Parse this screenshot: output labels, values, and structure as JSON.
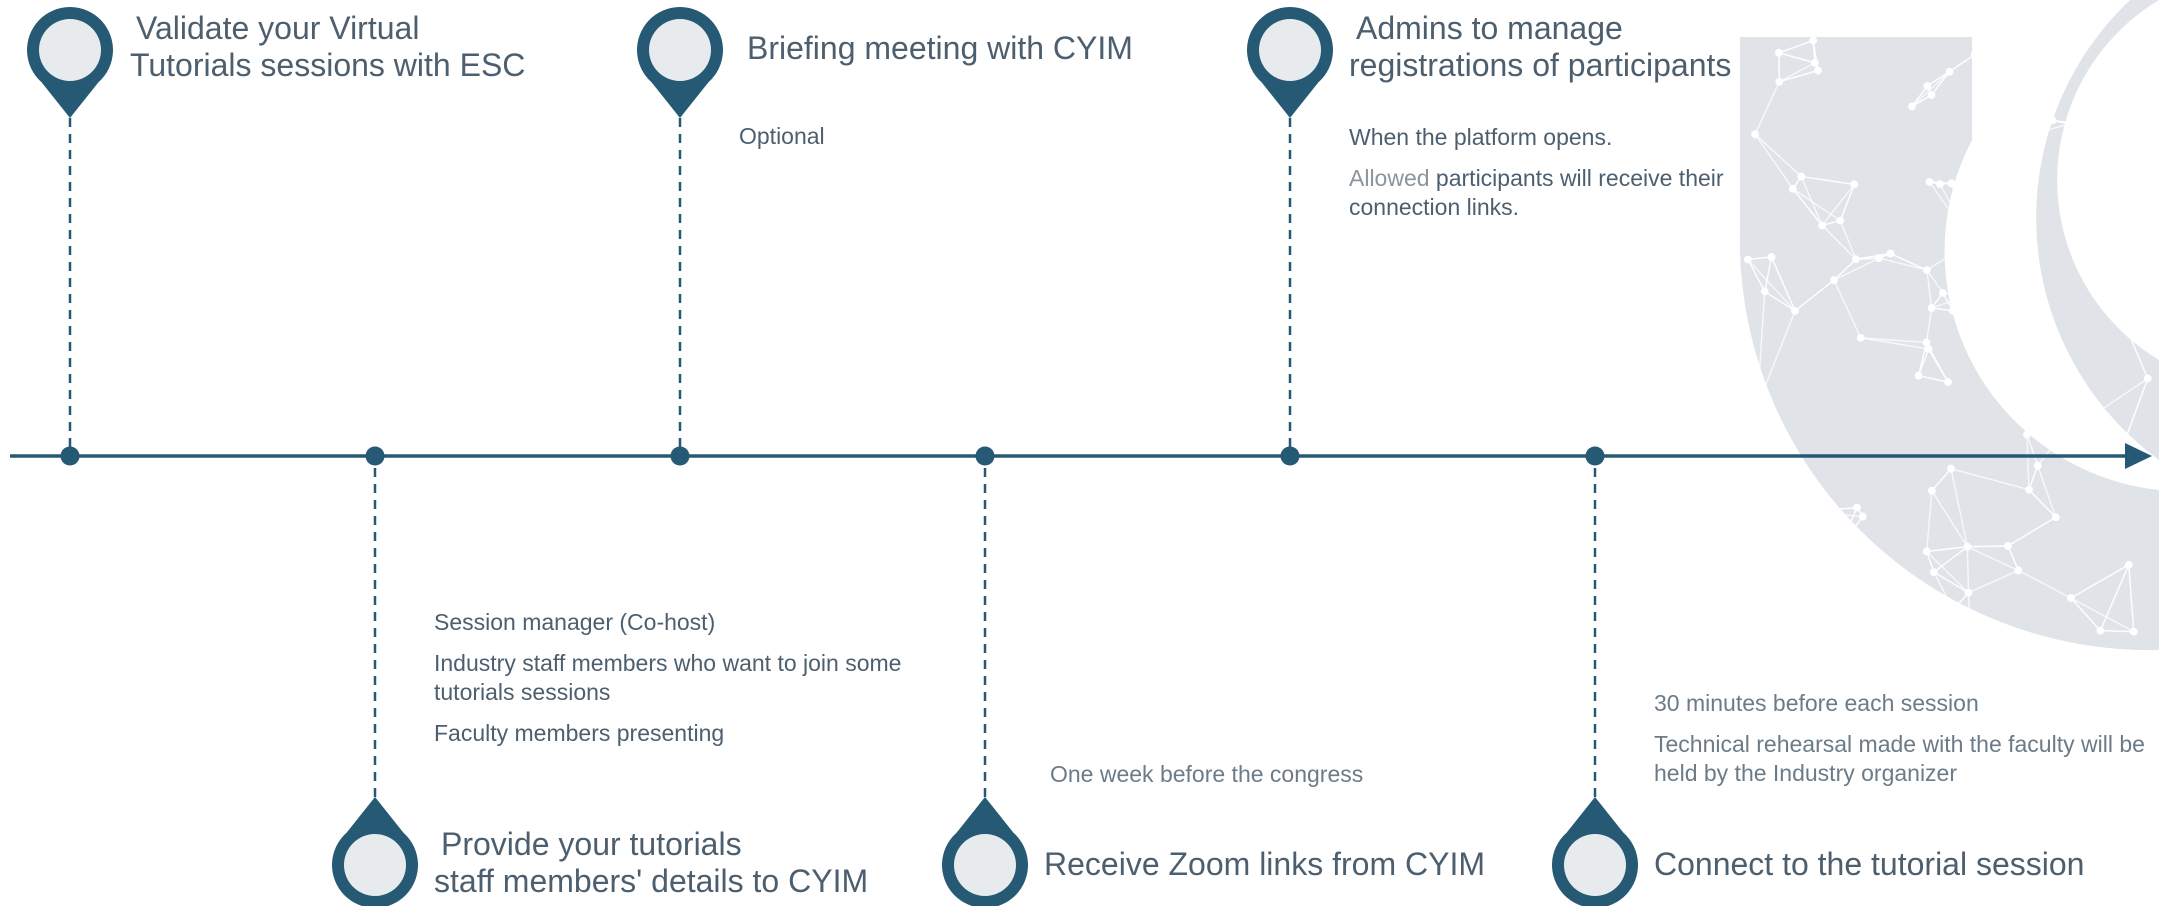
{
  "colors": {
    "accent": "#265a74",
    "pin_inner": "#e7ebee",
    "background_shape": "#e0e4e8",
    "text": "#4d5f6e"
  },
  "milestones": [
    {
      "position": "top",
      "title_lines": [
        "Validate your Virtual",
        "Tutorials sessions with ESC"
      ],
      "details": []
    },
    {
      "position": "bottom",
      "title_lines": [
        "Provide your tutorials",
        "staff  members' details to CYIM"
      ],
      "details": [
        "Session manager (Co-host)",
        "Industry staff members who want to join some tutorials sessions",
        "Faculty members presenting"
      ]
    },
    {
      "position": "top",
      "title_lines": [
        "Briefing meeting with CYIM"
      ],
      "details": [
        "Optional"
      ]
    },
    {
      "position": "bottom",
      "title_lines": [
        "Receive Zoom links from CYIM"
      ],
      "details": [
        "One week before the congress"
      ]
    },
    {
      "position": "top",
      "title_lines": [
        "Admins to manage",
        "registrations of participants"
      ],
      "details": [
        "When the platform opens."
      ],
      "detail_muted_prefix": "Allowed",
      "detail_rest": " participants will receive their connection links."
    },
    {
      "position": "bottom",
      "title_lines": [
        "Connect to the tutorial session"
      ],
      "details": [
        " 30 minutes before each session",
        "Technical rehearsal made with the faculty will be held by the Industry organizer"
      ]
    }
  ]
}
